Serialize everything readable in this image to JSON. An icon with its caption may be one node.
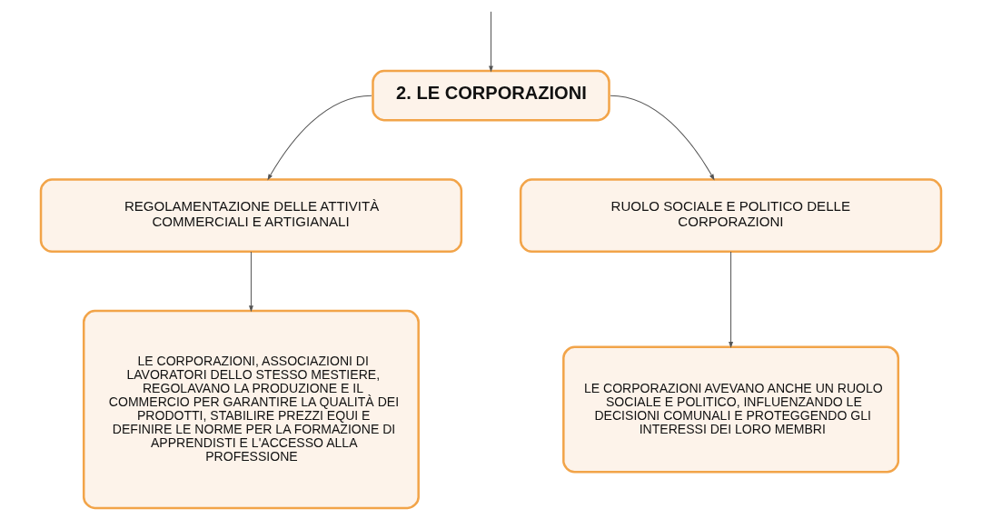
{
  "diagram": {
    "nodes": [
      {
        "text": [
          "2. LE CORPORAZIONI"
        ]
      },
      {
        "text": [
          "REGOLAMENTAZIONE DELLE ATTIVITÀ COMMERCIALI E ARTIGIANALI"
        ]
      },
      {
        "text": [
          "RUOLO SOCIALE E POLITICO DELLE CORPORAZIONI"
        ]
      },
      {
        "text": [
          "LE CORPORAZIONI, ASSOCIAZIONI DI LAVORATORI DELLO STESSO MESTIERE, REGOLAVANO LA PRODUZIONE E IL COMMERCIO PER GARANTIRE LA QUALITÀ DEI PRODOTTI, STABILIRE PREZZI EQUI E DEFINIRE LE NORME PER LA FORMAZIONE DI APPRENDISTI E L'ACCESSO ALLA PROFESSIONE"
        ]
      },
      {
        "text": [
          "LE CORPORAZIONI AVEVANO ANCHE UN RUOLO SOCIALE E POLITICO, INFLUENZANDO LE DECISIONI COMUNALI E PROTEGGENDO GLI INTERESSI DEI LORO MEMBRI"
        ]
      }
    ],
    "edges": [
      {
        "from": null,
        "to": 0,
        "arrow": "to"
      },
      {
        "from": 0,
        "to": 1,
        "arrow": "to"
      },
      {
        "from": 0,
        "to": 2,
        "arrow": "to"
      },
      {
        "from": 1,
        "to": 3,
        "arrow": "to"
      },
      {
        "from": 2,
        "to": 4,
        "arrow": "to"
      }
    ]
  }
}
